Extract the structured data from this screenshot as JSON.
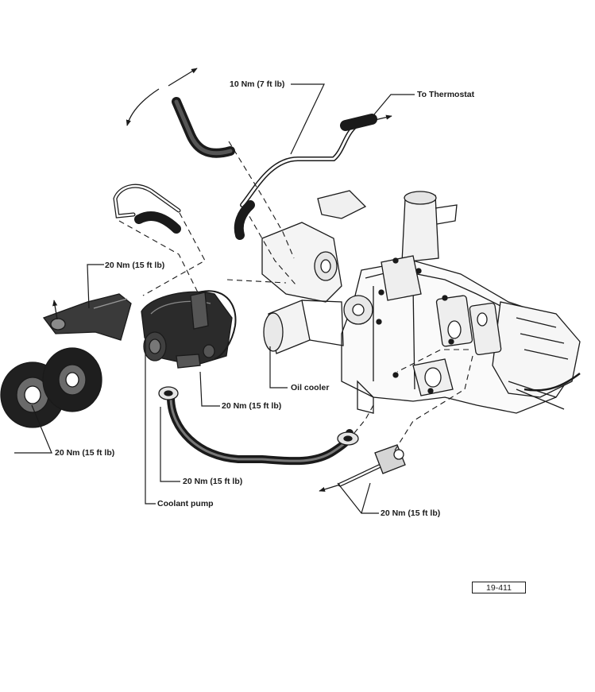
{
  "labels": {
    "torque_top": "10 Nm (7 ft lb)",
    "to_thermostat": "To Thermostat",
    "torque_housing": "20 Nm (15 ft lb)",
    "oil_cooler": "Oil cooler",
    "torque_pump": "20 Nm (15 ft lb)",
    "torque_pulley": "20 Nm (15 ft lb)",
    "torque_pipe": "20 Nm (15 ft lb)",
    "coolant_pump": "Coolant pump",
    "torque_flange": "20 Nm (15 ft lb)"
  },
  "figure_number": "19-411",
  "colors": {
    "ink": "#1a1a1a",
    "paper": "#ffffff"
  }
}
